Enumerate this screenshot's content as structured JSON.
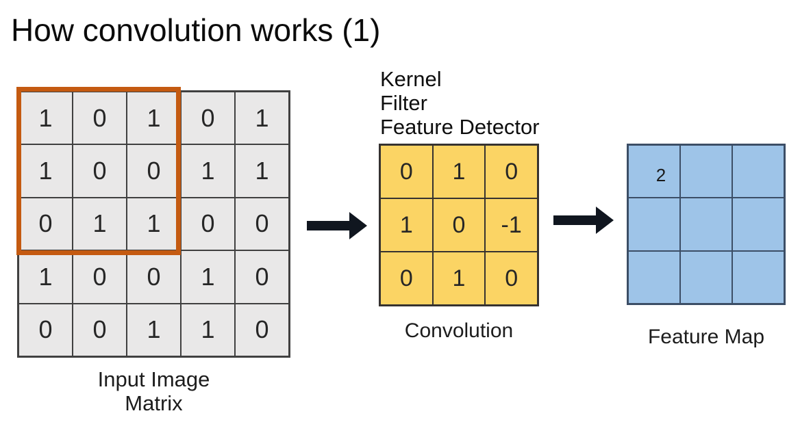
{
  "title": "How convolution works (1)",
  "input_matrix": {
    "caption_lines": [
      "Input Image",
      "Matrix"
    ],
    "rows": [
      [
        "1",
        "0",
        "1",
        "0",
        "1"
      ],
      [
        "1",
        "0",
        "0",
        "1",
        "1"
      ],
      [
        "0",
        "1",
        "1",
        "0",
        "0"
      ],
      [
        "1",
        "0",
        "0",
        "1",
        "0"
      ],
      [
        "0",
        "0",
        "1",
        "1",
        "0"
      ]
    ],
    "highlight_region": "top-left 3x3 window"
  },
  "kernel": {
    "heading_lines": [
      "Kernel",
      "Filter",
      "Feature Detector"
    ],
    "rows": [
      [
        "0",
        "1",
        "0"
      ],
      [
        "1",
        "0",
        "-1"
      ],
      [
        "0",
        "1",
        "0"
      ]
    ],
    "caption": "Convolution"
  },
  "feature_map": {
    "rows": [
      [
        "2",
        "",
        ""
      ],
      [
        "",
        "",
        ""
      ],
      [
        "",
        "",
        ""
      ]
    ],
    "caption": "Feature Map"
  },
  "icons": {
    "arrow_1": "right-arrow",
    "arrow_2": "right-arrow"
  },
  "colors": {
    "input_cell": "#E9E8E8",
    "input_line": "#404040",
    "kernel_cell": "#FBD464",
    "kernel_line": "#363230",
    "feature_cell": "#9EC4E8",
    "feature_line": "#3C4E66",
    "highlight": "#C45A11",
    "arrow": "#10161F",
    "text": "#1C1C1C"
  }
}
